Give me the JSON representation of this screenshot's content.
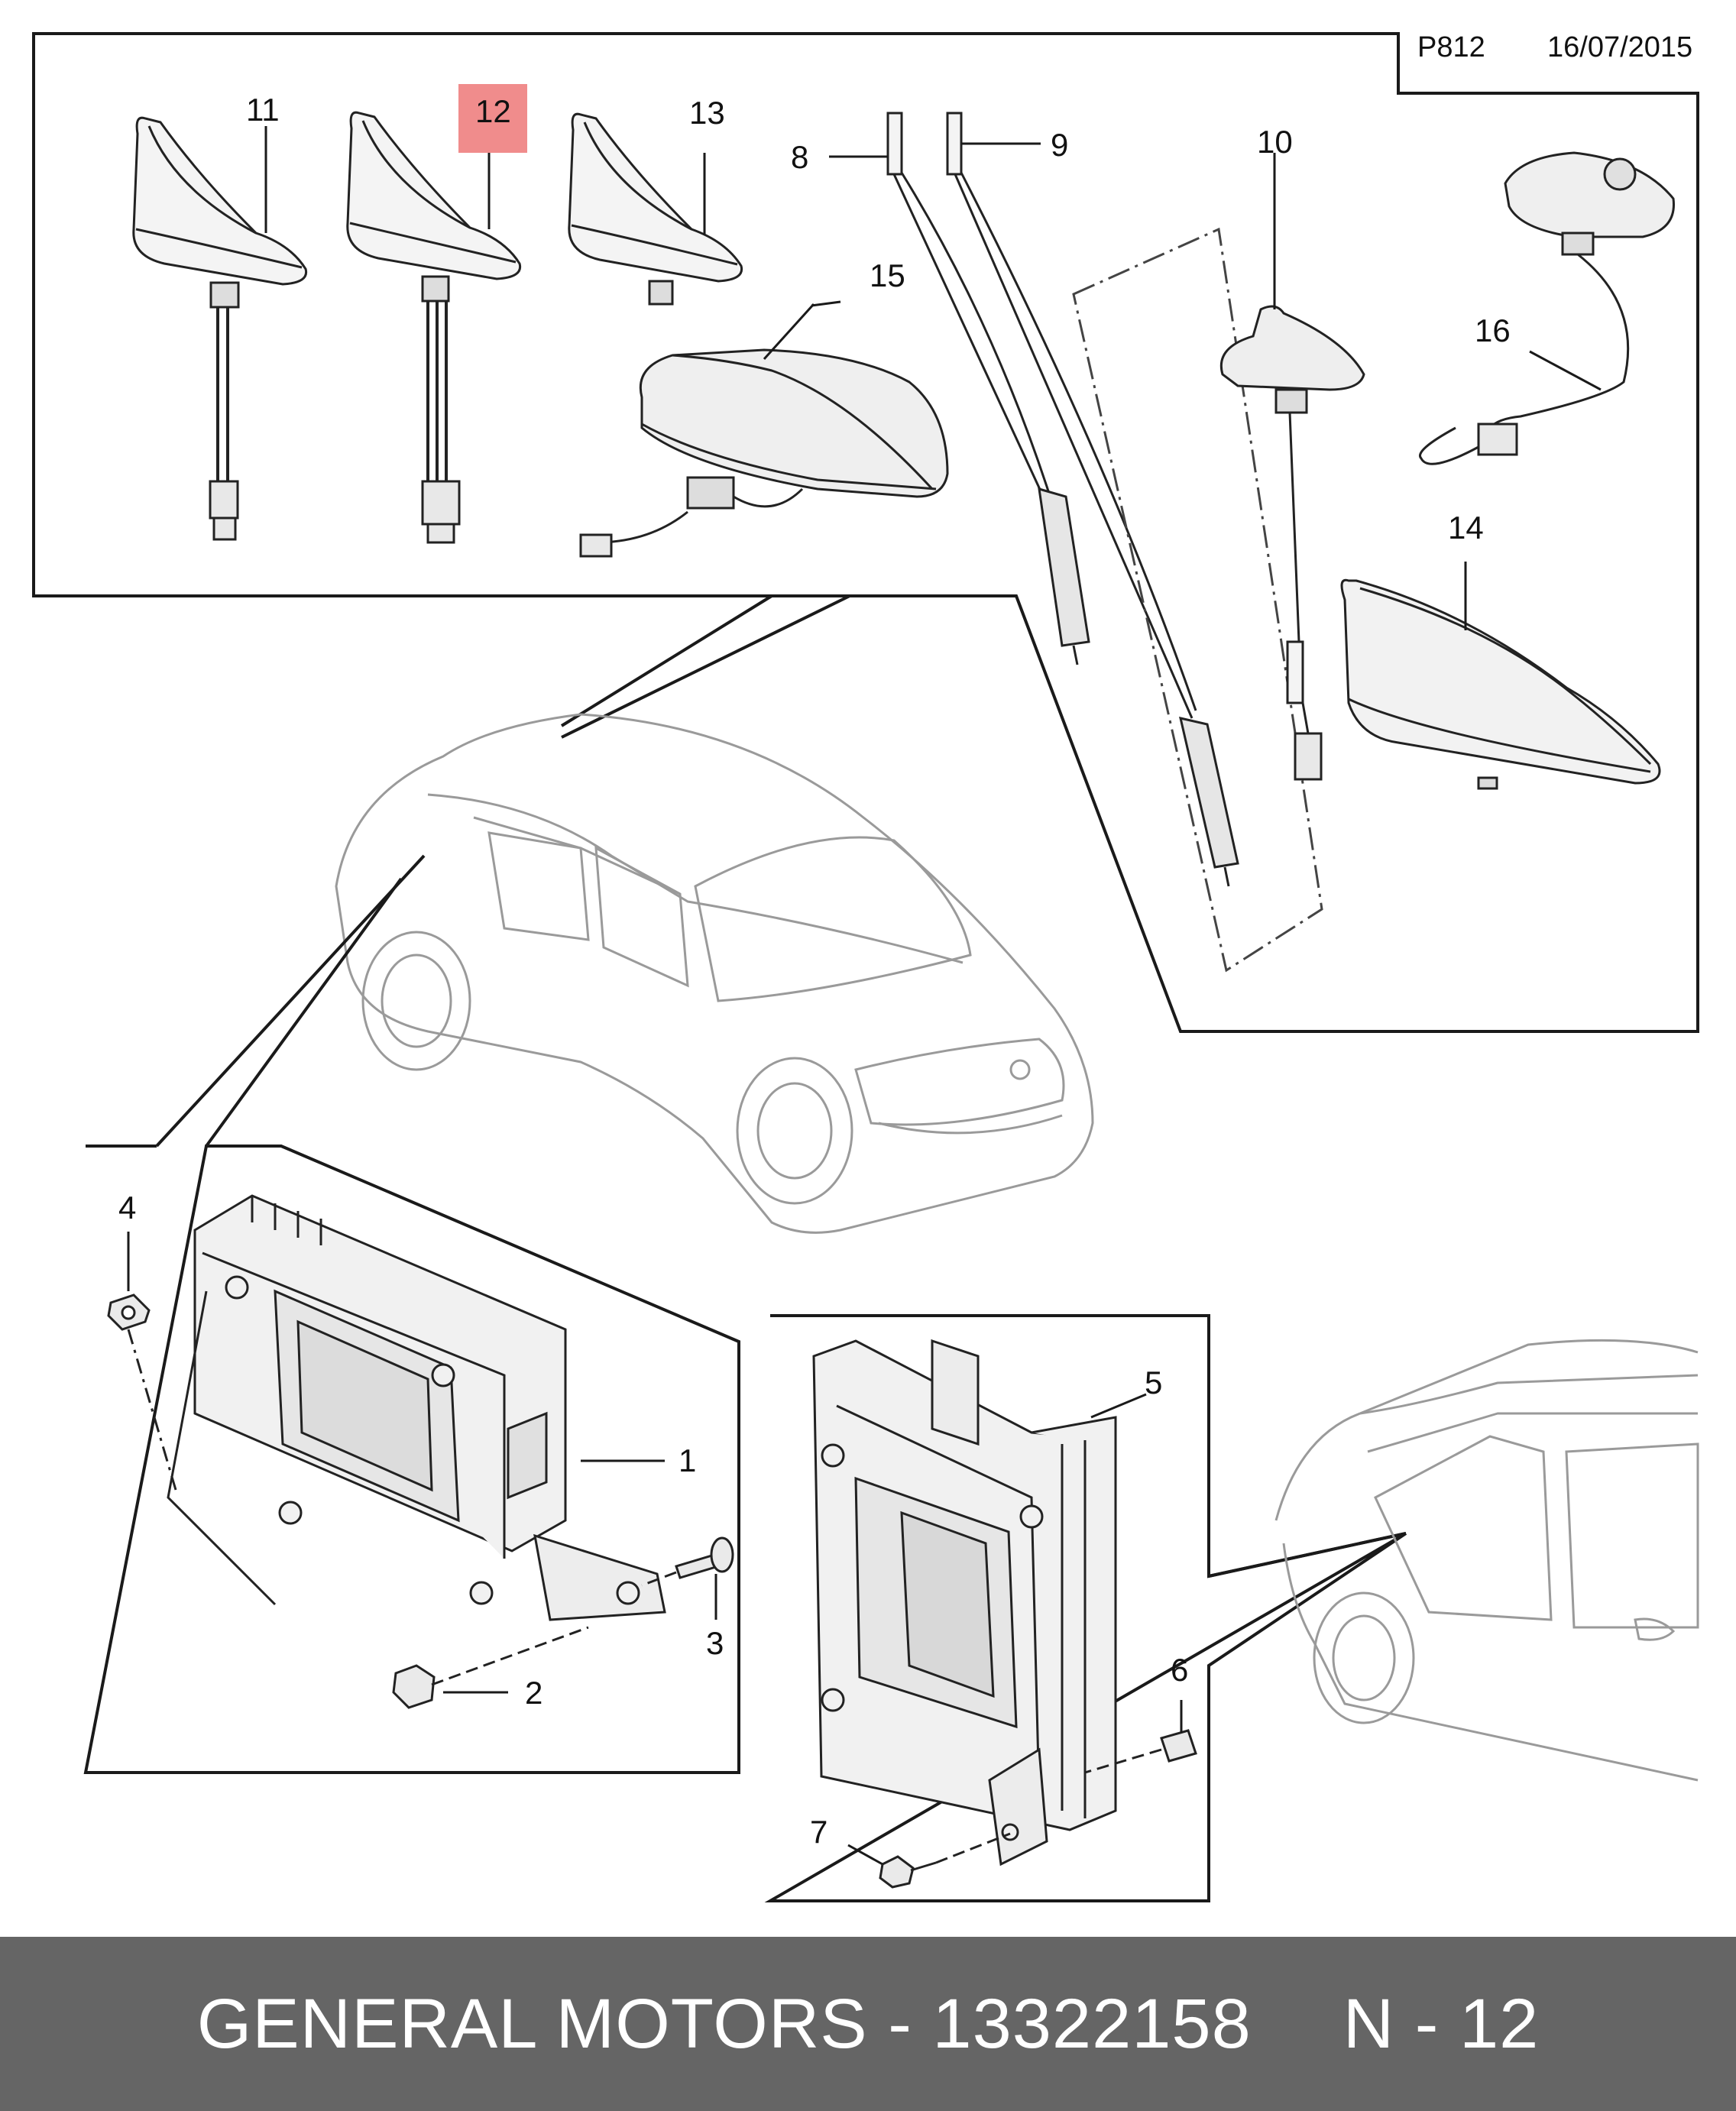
{
  "header": {
    "page_code": "P812",
    "date": "16/07/2015"
  },
  "callouts": {
    "c1": "1",
    "c2": "2",
    "c3": "3",
    "c4": "4",
    "c5": "5",
    "c6": "6",
    "c7": "7",
    "c8": "8",
    "c9": "9",
    "c10": "10",
    "c11": "11",
    "c12": "12",
    "c13": "13",
    "c14": "14",
    "c15": "15",
    "c16": "16"
  },
  "highlight": {
    "part": "12",
    "color": "#f08c8c"
  },
  "footer": {
    "title": "GENERAL MOTORS - 13322158",
    "ref": "N - 12"
  },
  "colors": {
    "footer_bg": "#656565",
    "line": "#1a1a1a",
    "car_line": "#9a9a9a"
  }
}
